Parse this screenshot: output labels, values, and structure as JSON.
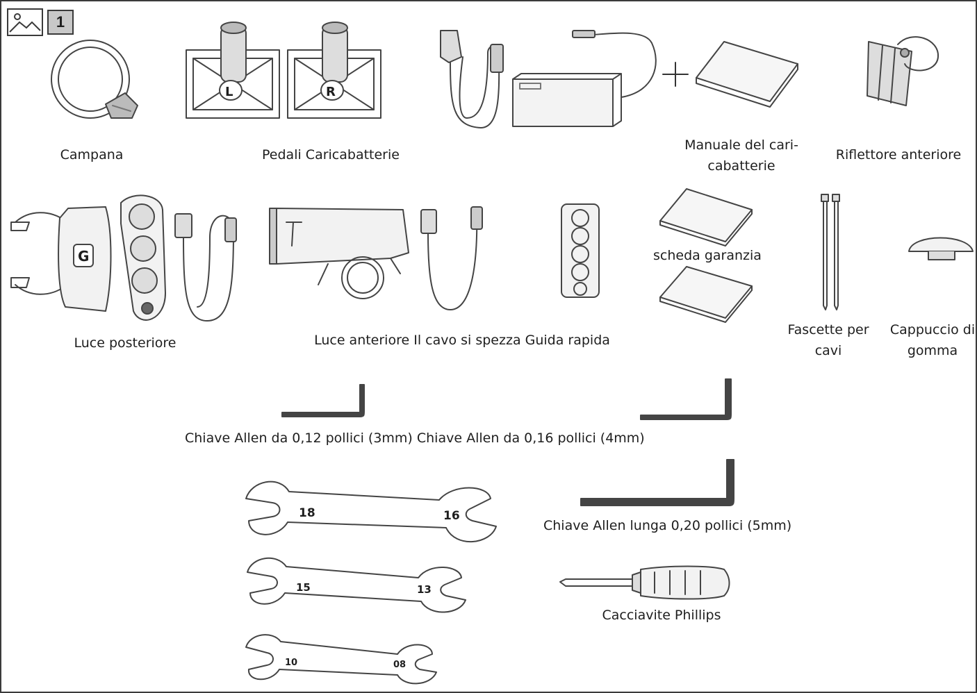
{
  "page_number": "1",
  "items": {
    "bell": "Campana",
    "pedals_charger": "Pedali Caricabatterie",
    "charger_manual_1": "Manuale del cari-",
    "charger_manual_2": "cabatterie",
    "front_reflector": "Riflettore anteriore",
    "rear_light": "Luce posteriore",
    "warranty_card": "scheda garanzia",
    "front_light_row": "Luce anteriore Il cavo si spezza Guida rapida",
    "cable_ties_1": "Fascette per",
    "cable_ties_2": "cavi",
    "rubber_cap_1": "Cappuccio di",
    "rubber_cap_2": "gomma",
    "allen_keys": "Chiave Allen da 0,12 pollici (3mm) Chiave Allen da 0,16 pollici (4mm)",
    "long_allen_key": "Chiave Allen lunga 0,20 pollici (5mm)",
    "screwdriver": "Cacciavite Phillips"
  },
  "pedal_marks": {
    "left": "L",
    "right": "R"
  },
  "wrench_sizes": [
    {
      "left": "18",
      "right": "16"
    },
    {
      "left": "15",
      "right": "13"
    },
    {
      "left": "10",
      "right": "08"
    }
  ],
  "rear_light_mark": "G"
}
